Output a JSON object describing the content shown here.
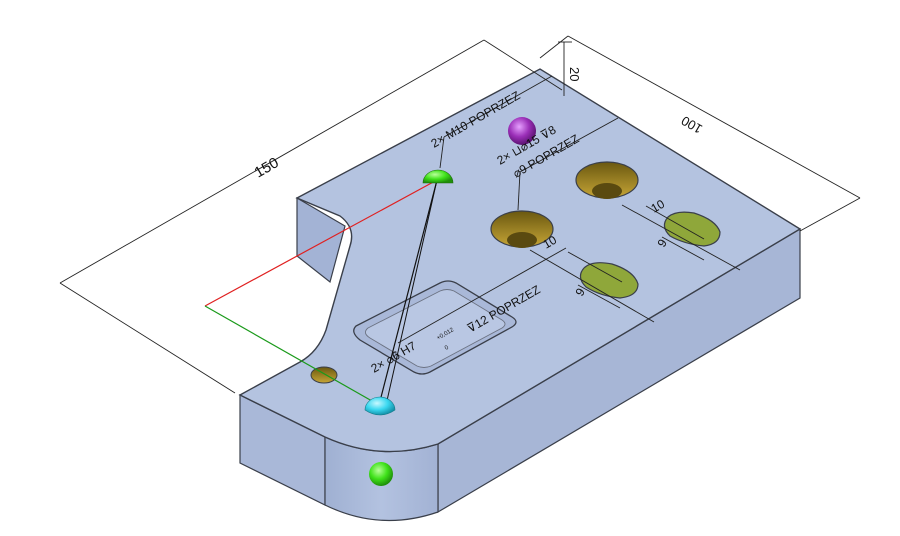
{
  "model": {
    "top_color": "#b4c3e0",
    "side_color": "#a2b2d4",
    "edge_color": "#3a3f4a",
    "hole_color": "#8f7a22",
    "hole_inner_color": "#b89a2c",
    "slot_color": "#8fa73a"
  },
  "dimensions": {
    "length": "150",
    "width": "100",
    "height": "20",
    "slot_1_length": "10",
    "slot_1_width": "9",
    "slot_2_length": "10",
    "slot_2_width": "9"
  },
  "callouts": {
    "m10": "2× M10 POPRZEZ",
    "cbore_line1": "2× ⊔⌀15 ⊽8",
    "cbore_line2": "⌀9 POPRZEZ",
    "pin_prefix": "2× ⌀6 H7",
    "pin_tol_upper": "+0,012",
    "pin_tol_lower": "0",
    "pin_depth": "⊽12 POPRZEZ"
  },
  "markers": {
    "green": "#3fe21a",
    "cyan": "#3ad8f0",
    "purple": "#9b2fb8"
  },
  "axes": {
    "x_color": "#e02020",
    "y_color": "#1a9a1a"
  }
}
